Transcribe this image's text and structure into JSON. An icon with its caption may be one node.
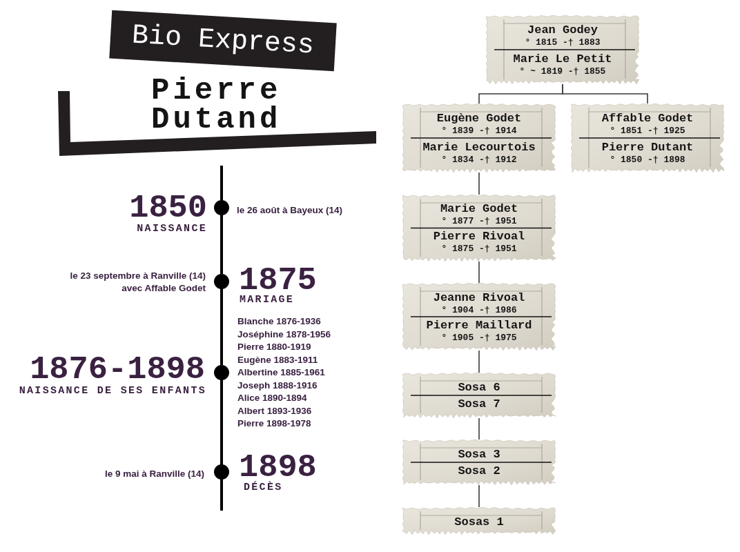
{
  "diagram": {
    "title": "Bio Express",
    "nodes": [
      {
        "text": [
          "Jean Godey",
          "° 1815 -† 1883",
          "Marie Le Petit",
          "° ~ 1819 -† 1855"
        ]
      },
      {
        "text": [
          "Eugène Godet",
          "° 1839 -† 1914",
          "Marie Lecourtois",
          "° 1834 -† 1912"
        ]
      },
      {
        "text": [
          "Affable Godet",
          "° 1851 -† 1925",
          "Pierre Dutant",
          "° 1850 -† 1898"
        ]
      },
      {
        "text": [
          "Marie Godet",
          "° 1877 -† 1951",
          "Pierre Rivoal",
          "° 1875 -† 1951"
        ]
      },
      {
        "text": [
          "Jeanne Rivoal",
          "° 1904 -† 1986",
          "Pierre Maillard",
          "° 1905 -† 1975"
        ]
      },
      {
        "text": [
          "Sosa 6",
          "Sosa 7"
        ]
      },
      {
        "text": [
          "Sosa 3",
          "Sosa 2"
        ]
      },
      {
        "text": [
          "Sosas 1"
        ]
      }
    ],
    "edges": [
      {
        "from": 0,
        "to": 1,
        "arrow": "none"
      },
      {
        "from": 0,
        "to": 2,
        "arrow": "none"
      },
      {
        "from": 1,
        "to": 3,
        "arrow": "none"
      },
      {
        "from": 3,
        "to": 4,
        "arrow": "none"
      },
      {
        "from": 4,
        "to": 5,
        "arrow": "none"
      },
      {
        "from": 5,
        "to": 6,
        "arrow": "none"
      },
      {
        "from": 6,
        "to": 7,
        "arrow": "none"
      }
    ],
    "labels": [
      "Pierre Dutand",
      "1850",
      "NAISSANCE",
      "le 26 août à Bayeux (14)",
      "le 23 septembre à Ranville (14) avec Affable Godet",
      "1875",
      "MARIAGE",
      "1876-1898",
      "NAISSANCE DE SES ENFANTS",
      "Blanche 1876-1936",
      "Joséphine 1878-1956",
      "Pierre 1880-1919",
      "Eugène 1883-1911",
      "Albertine 1885-1961",
      "Joseph 1888-1916",
      "Alice 1890-1894",
      "Albert 1893-1936",
      "Pierre 1898-1978",
      "le 9 mai à Ranville (14)",
      "1898",
      "DÉCÈS"
    ]
  }
}
